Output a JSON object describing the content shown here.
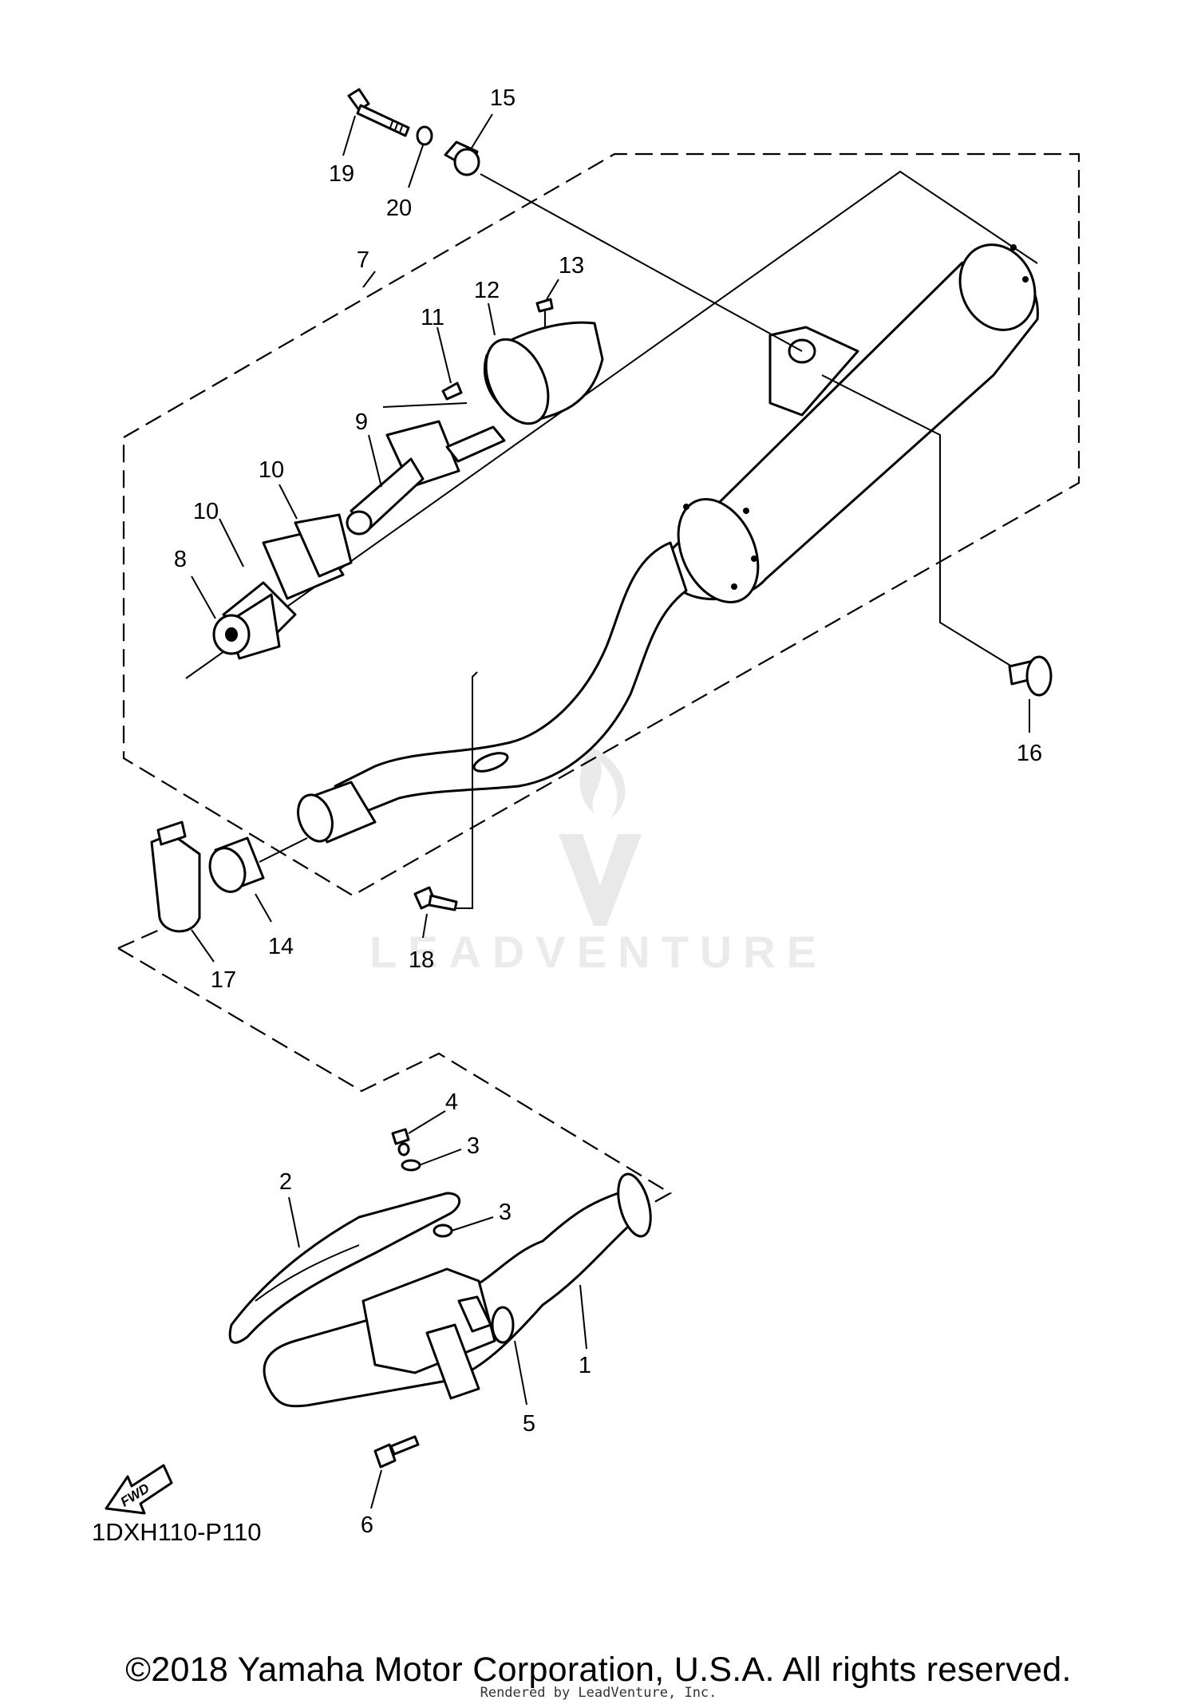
{
  "diagram": {
    "code": "1DXH110-P110",
    "fwd_label": "FWD",
    "watermark": "LEADVENTURE",
    "copyright": "©2018 Yamaha Motor Corporation, U.S.A. All rights reserved.",
    "rendered_by": "Rendered by LeadVenture, Inc.",
    "callouts": [
      {
        "id": "c1",
        "label": "1"
      },
      {
        "id": "c2",
        "label": "2"
      },
      {
        "id": "c3a",
        "label": "3"
      },
      {
        "id": "c3b",
        "label": "3"
      },
      {
        "id": "c4",
        "label": "4"
      },
      {
        "id": "c5",
        "label": "5"
      },
      {
        "id": "c6",
        "label": "6"
      },
      {
        "id": "c7",
        "label": "7"
      },
      {
        "id": "c8",
        "label": "8"
      },
      {
        "id": "c9",
        "label": "9"
      },
      {
        "id": "c10a",
        "label": "10"
      },
      {
        "id": "c10b",
        "label": "10"
      },
      {
        "id": "c11",
        "label": "11"
      },
      {
        "id": "c12",
        "label": "12"
      },
      {
        "id": "c13",
        "label": "13"
      },
      {
        "id": "c14",
        "label": "14"
      },
      {
        "id": "c15",
        "label": "15"
      },
      {
        "id": "c16",
        "label": "16"
      },
      {
        "id": "c17",
        "label": "17"
      },
      {
        "id": "c18",
        "label": "18"
      },
      {
        "id": "c19",
        "label": "19"
      },
      {
        "id": "c20",
        "label": "20"
      }
    ]
  }
}
